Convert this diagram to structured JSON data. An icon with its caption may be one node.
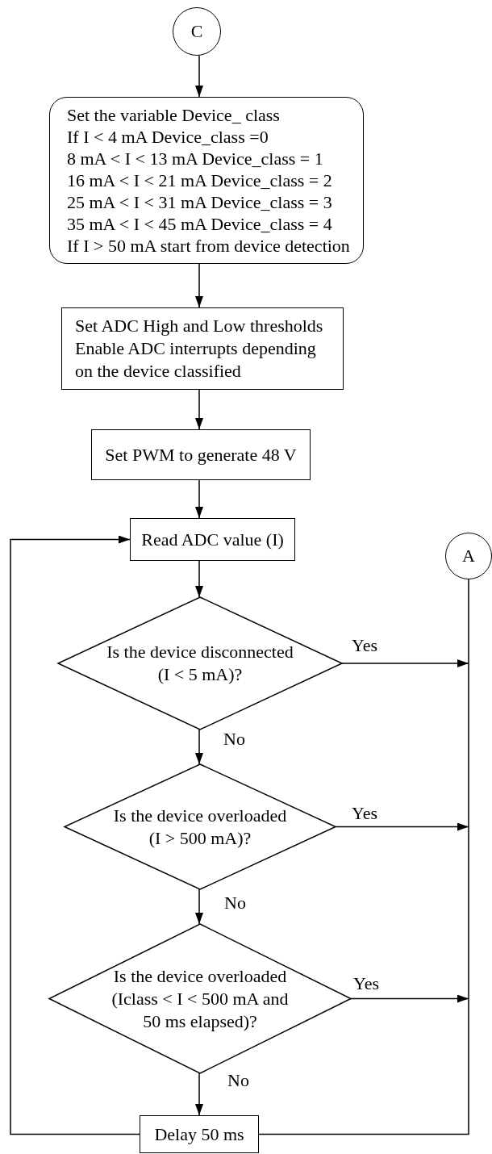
{
  "diagram": {
    "nodes": [
      {
        "text": [
          "C"
        ]
      },
      {
        "text": [
          "Set the variable Device_ class",
          "If I < 4 mA Device_class =0",
          "8 mA < I < 13 mA Device_class  = 1",
          "16 mA < I < 21 mA Device_class = 2",
          "25 mA < I < 31 mA Device_class = 3",
          "35 mA < I < 45 mA Device_class = 4",
          "If I > 50 mA start from device detection"
        ]
      },
      {
        "text": [
          "Set ADC High and Low thresholds",
          "Enable ADC interrupts depending on the device classified"
        ]
      },
      {
        "text": [
          "Set PWM to generate 48 V"
        ]
      },
      {
        "text": [
          "Read ADC value (I)"
        ]
      },
      {
        "text": [
          "A"
        ]
      },
      {
        "text": [
          "Is the device disconnected (I < 5 mA)?"
        ]
      },
      {
        "text": [
          "Is the device overloaded (I > 500 mA)?"
        ]
      },
      {
        "text": [
          "Is the device overloaded (Iclass < I < 500 mA and 50 ms elapsed)?"
        ]
      },
      {
        "text": [
          "Delay 50 ms"
        ]
      }
    ],
    "edges": [
      {
        "from": 0,
        "to": 1,
        "arrow": "to"
      },
      {
        "from": 1,
        "to": 2,
        "arrow": "to"
      },
      {
        "from": 2,
        "to": 3,
        "arrow": "to"
      },
      {
        "from": 3,
        "to": 4,
        "arrow": "to"
      },
      {
        "from": 4,
        "to": 6,
        "arrow": "to"
      },
      {
        "from": 6,
        "to": null,
        "arrow": "to",
        "label": "Yes"
      },
      {
        "from": 6,
        "to": 7,
        "arrow": "to",
        "label": "No"
      },
      {
        "from": 7,
        "to": null,
        "arrow": "to",
        "label": "Yes"
      },
      {
        "from": 7,
        "to": 8,
        "arrow": "to",
        "label": "No"
      },
      {
        "from": 8,
        "to": null,
        "arrow": "to",
        "label": "Yes"
      },
      {
        "from": 8,
        "to": 9,
        "arrow": "to",
        "label": "No"
      },
      {
        "from": 9,
        "to": 4,
        "arrow": "to"
      },
      {
        "from": 9,
        "to": 5,
        "arrow": "none"
      }
    ]
  }
}
